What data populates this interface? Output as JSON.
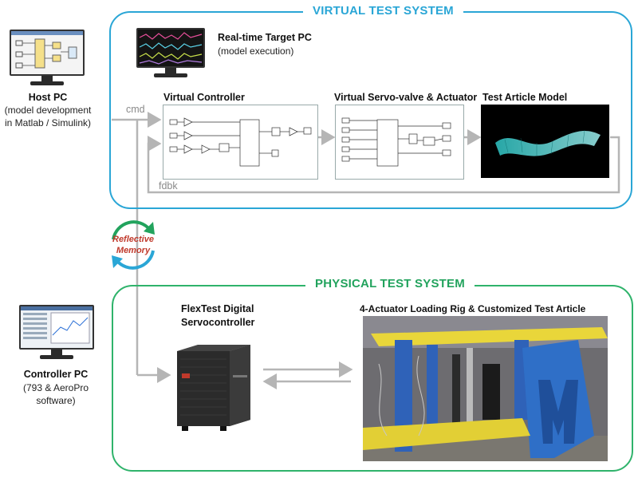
{
  "virtual": {
    "title": "VIRTUAL TEST SYSTEM",
    "target_pc_label": "Real-time Target PC",
    "target_pc_sub": "(model execution)",
    "controller_label": "Virtual Controller",
    "servo_label": "Virtual Servo-valve & Actuator",
    "test_article_label": "Test Article Model",
    "cmd": "cmd",
    "fdbk": "fdbk"
  },
  "host": {
    "label": "Host PC",
    "sub1": "(model development",
    "sub2": "in Matlab / Simulink)"
  },
  "memory": {
    "line1": "Reflective",
    "line2": "Memory"
  },
  "physical": {
    "title": "PHYSICAL TEST SYSTEM",
    "servo_label1": "FlexTest Digital",
    "servo_label2": "Servocontroller",
    "rig_label": "4-Actuator Loading Rig & Customized Test Article"
  },
  "controller_pc": {
    "label": "Controller PC",
    "sub1": "(793 & AeroPro",
    "sub2": "software)"
  },
  "colors": {
    "virtual_accent": "#2aa6d6",
    "physical_accent": "#2fb36b",
    "arrow_grey": "#b5b5b5",
    "memory_red": "#c0392b"
  },
  "icons": [
    "monitor-icon",
    "simulink-block-diagram",
    "surface-plot-image",
    "servocontroller-image",
    "loading-rig-photo",
    "cycle-arrows-icon"
  ]
}
